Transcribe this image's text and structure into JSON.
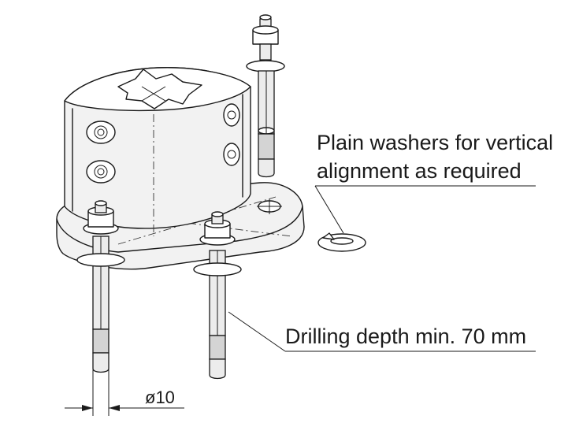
{
  "annotations": {
    "washers_line1": "Plain washers for vertical",
    "washers_line2": "alignment as required",
    "drilling": "Drilling depth min. 70 mm",
    "diameter": "ø10"
  },
  "colors": {
    "ink": "#1a1a1a",
    "body_fill": "#f2f2f2",
    "background": "#ffffff"
  }
}
